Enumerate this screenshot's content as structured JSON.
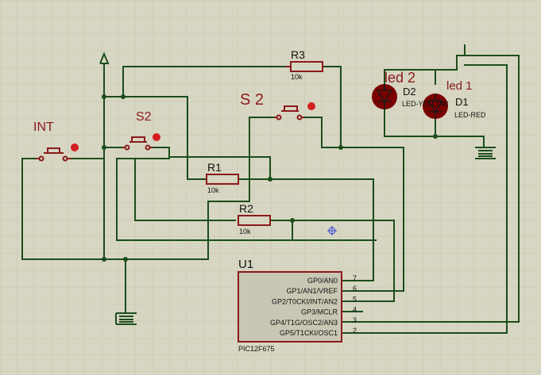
{
  "labels": {
    "int": "INT",
    "s2": "S2",
    "s2b": "S 2",
    "r3": "R3",
    "r3_val": "10k",
    "r1": "R1",
    "r1_val": "10k",
    "r2": "R2",
    "r2_val": "10k",
    "led2_label": "led 2",
    "d2": "D2",
    "d2_part": "LED-YELLOW",
    "led1_label": "led 1",
    "d1": "D1",
    "d1_part": "LED-RED",
    "u1": "U1",
    "u1_part": "PIC12F675"
  },
  "ic_pins": [
    {
      "num": "7",
      "name": "GP0/AN0"
    },
    {
      "num": "6",
      "name": "GP1/AN1/VREF"
    },
    {
      "num": "5",
      "name": "GP2/T0CKI/INT/AN2"
    },
    {
      "num": "4",
      "name": "GP3/MCLR"
    },
    {
      "num": "3",
      "name": "GP4/T1G/OSC2/AN3"
    },
    {
      "num": "2",
      "name": "GP5/T1CKI/OSC1"
    }
  ],
  "colors": {
    "background": "#d7d6c2",
    "grid": "#c6c5b0",
    "wire": "#1b4d1b",
    "component": "#8b1a1a",
    "text": "#111111",
    "ic_fill": "#c9c7b4"
  }
}
